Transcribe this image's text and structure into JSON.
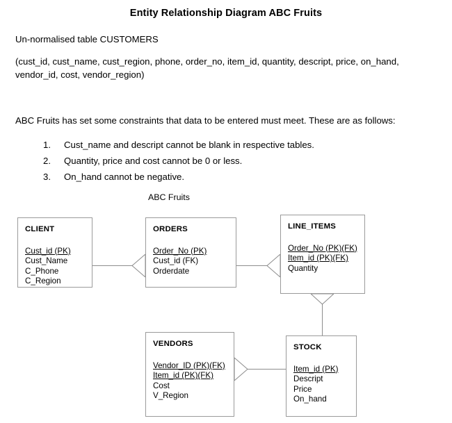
{
  "document": {
    "title": "Entity Relationship Diagram ABC Fruits",
    "unnormalised_label": "Un-normalised table CUSTOMERS",
    "unnormalised_fields": "(cust_id, cust_name, cust_region, phone, order_no,  item_id, quantity, descript, price, on_hand, vendor_id,  cost, vendor_region)",
    "constraints_intro": "ABC Fruits has set some constraints that data to be entered must meet. These are as follows:",
    "constraints": [
      {
        "num": "1.",
        "text": "Cust_name and descript cannot be blank in respective tables."
      },
      {
        "num": "2.",
        "text": "Quantity, price and cost cannot be 0 or less."
      },
      {
        "num": "3.",
        "text": "On_hand cannot be negative."
      }
    ],
    "diagram_caption": "ABC Fruits"
  },
  "erd": {
    "entities": [
      {
        "name": "CLIENT",
        "attributes": [
          {
            "text": "Cust_id (PK)",
            "key": true
          },
          {
            "text": "Cust_Name",
            "key": false
          },
          {
            "text": "C_Phone",
            "key": false
          },
          {
            "text": "C_Region",
            "key": false
          }
        ]
      },
      {
        "name": "ORDERS",
        "attributes": [
          {
            "text": "Order_No (PK)",
            "key": true
          },
          {
            "text": "Cust_id (FK)",
            "key": false
          },
          {
            "text": "Orderdate",
            "key": false
          }
        ]
      },
      {
        "name": "LINE_ITEMS",
        "attributes": [
          {
            "text": "Order_No (PK)(FK)",
            "key": true
          },
          {
            "text": "Item_id (PK)(FK)",
            "key": true
          },
          {
            "text": "Quantity",
            "key": false
          }
        ]
      },
      {
        "name": "VENDORS",
        "attributes": [
          {
            "text": "Vendor_ID (PK)(FK)",
            "key": true
          },
          {
            "text": "Item_id (PK)(FK)",
            "key": true
          },
          {
            "text": "Cost",
            "key": false
          },
          {
            "text": "V_Region",
            "key": false
          }
        ]
      },
      {
        "name": "STOCK",
        "attributes": [
          {
            "text": "Item_id (PK)",
            "key": true
          },
          {
            "text": "Descript",
            "key": false
          },
          {
            "text": "Price",
            "key": false
          },
          {
            "text": "On_hand",
            "key": false
          }
        ]
      }
    ],
    "relationships": [
      {
        "from": "CLIENT",
        "to": "ORDERS",
        "notation": "crows-foot-many-at-orders"
      },
      {
        "from": "ORDERS",
        "to": "LINE_ITEMS",
        "notation": "crows-foot-many-at-line-items"
      },
      {
        "from": "LINE_ITEMS",
        "to": "STOCK",
        "notation": "crows-foot-many-at-line-items-bottom"
      },
      {
        "from": "VENDORS",
        "to": "STOCK",
        "notation": "crows-foot-many-at-vendors"
      }
    ],
    "colors": {
      "box_border": "#9a9a9a",
      "line": "#8c8c8c",
      "text": "#000000",
      "background": "#ffffff"
    }
  }
}
